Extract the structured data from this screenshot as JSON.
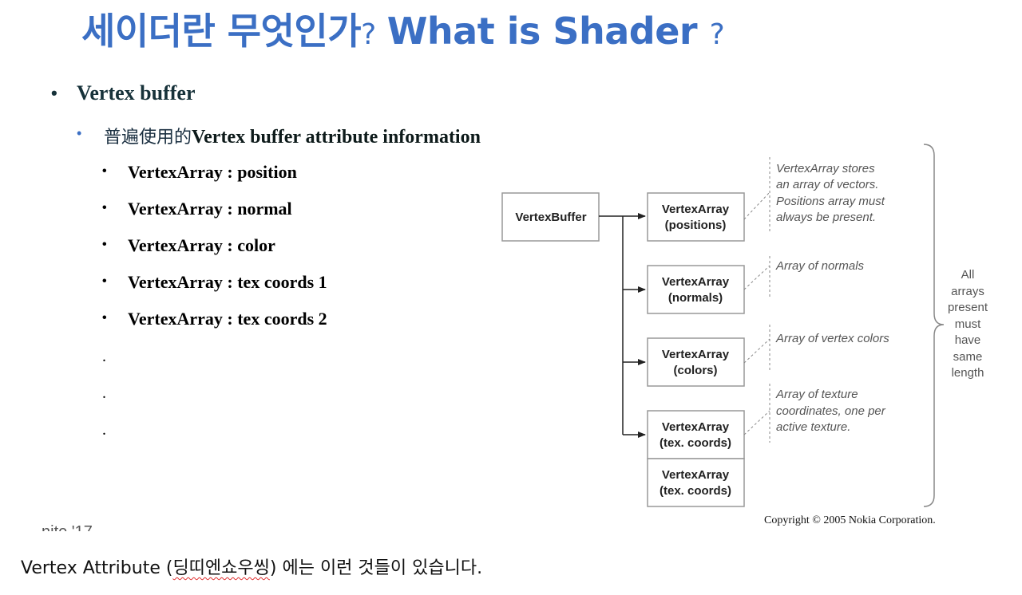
{
  "slide": {
    "title_ko": "세이더란 무엇인가",
    "title_q1": "?",
    "title_en": "What is Shader",
    "title_q2": "?",
    "bullets": {
      "level1": "Vertex buffer",
      "level2_cjk": "普遍使用的",
      "level2_text": "Vertex buffer attribute information",
      "items": [
        "VertexArray : position",
        "VertexArray : normal",
        "VertexArray : color",
        "VertexArray : tex coords 1",
        "VertexArray : tex coords 2"
      ],
      "periods": [
        ".",
        ".",
        "."
      ]
    },
    "cut_text": "nite '17",
    "copyright": "Copyright © 2005 Nokia Corporation."
  },
  "diagram": {
    "root": "VertexBuffer",
    "arrays": [
      {
        "line1": "VertexArray",
        "line2": "(positions)"
      },
      {
        "line1": "VertexArray",
        "line2": "(normals)"
      },
      {
        "line1": "VertexArray",
        "line2": "(colors)"
      },
      {
        "line1": "VertexArray",
        "line2": "(tex. coords)"
      },
      {
        "line1": "VertexArray",
        "line2": "(tex. coords)"
      }
    ],
    "notes": [
      [
        "VertexArray stores",
        "an array of vectors.",
        "Positions array must",
        "always be present."
      ],
      [
        "Array of normals"
      ],
      [
        "Array of vertex colors"
      ],
      [
        "Array of texture",
        "coordinates, one per",
        "active texture."
      ]
    ],
    "brace_note": [
      "All",
      "arrays",
      "present",
      "must",
      "have",
      "same",
      "length"
    ]
  },
  "caption": {
    "prefix": "Vertex Attribute (",
    "underlined": "딩띠엔쇼우씽",
    "suffix": ") 에는 이런 것들이 있습니다."
  },
  "colors": {
    "title_blue": "#3b6fc4",
    "text_dark": "#0d1a1a",
    "squiggle_red": "#e03030"
  }
}
